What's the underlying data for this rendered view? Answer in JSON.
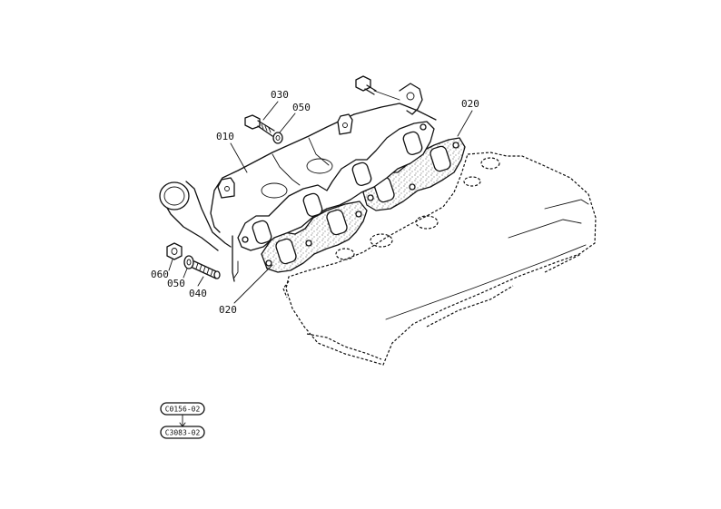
{
  "callouts": {
    "c010": "010",
    "c020_top": "020",
    "c020_bottom": "020",
    "c030": "030",
    "c040": "040",
    "c050_top": "050",
    "c050_bottom": "050",
    "c060": "060"
  },
  "references": {
    "ref1": "C0156-02",
    "ref2": "C3083-02"
  }
}
